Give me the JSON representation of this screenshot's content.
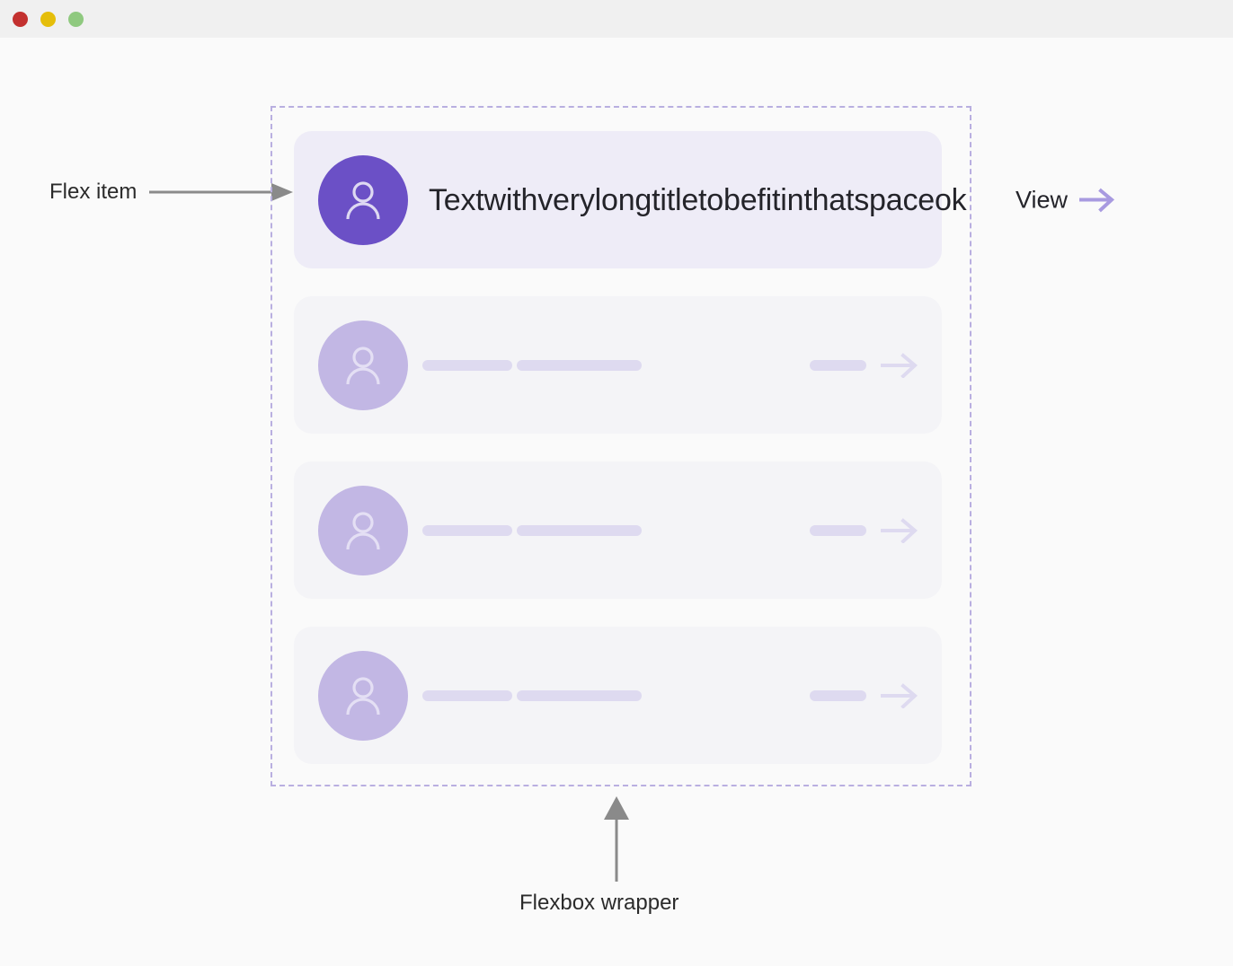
{
  "window": {
    "traffic_lights": [
      {
        "name": "close",
        "color": "#c3312f"
      },
      {
        "name": "minimize",
        "color": "#e5be0a"
      },
      {
        "name": "maximize",
        "color": "#8fc97f"
      }
    ]
  },
  "annotations": {
    "flex_item": "Flex item",
    "flexbox_wrapper": "Flexbox wrapper"
  },
  "featured_card": {
    "avatar_icon": "user-icon",
    "title": "Textwithverylongtitletobefitinthatspaceok",
    "action_label": "View",
    "action_icon": "arrow-right-icon",
    "background": "#eeecf7",
    "avatar_color": "#6b50c6"
  },
  "skeleton_rows": [
    {
      "avatar_icon": "user-icon",
      "placeholder_widths": [
        100,
        139
      ],
      "tail_placeholder_width": 63,
      "action_icon": "arrow-right-icon"
    },
    {
      "avatar_icon": "user-icon",
      "placeholder_widths": [
        100,
        139
      ],
      "tail_placeholder_width": 63,
      "action_icon": "arrow-right-icon"
    },
    {
      "avatar_icon": "user-icon",
      "placeholder_widths": [
        100,
        139
      ],
      "tail_placeholder_width": 63,
      "action_icon": "arrow-right-icon"
    }
  ],
  "colors": {
    "page_background": "#fafafa",
    "titlebar": "#f0f0f0",
    "wrapper_border": "#b9afe0",
    "skeleton_card": "#f4f4f7",
    "skeleton_avatar": "#c2b7e4",
    "placeholder_pill": "#dedaf0",
    "accent_arrow": "#a89ae0",
    "annotation_text": "#2b2b2b",
    "annotation_arrow": "#8a8a8a"
  }
}
